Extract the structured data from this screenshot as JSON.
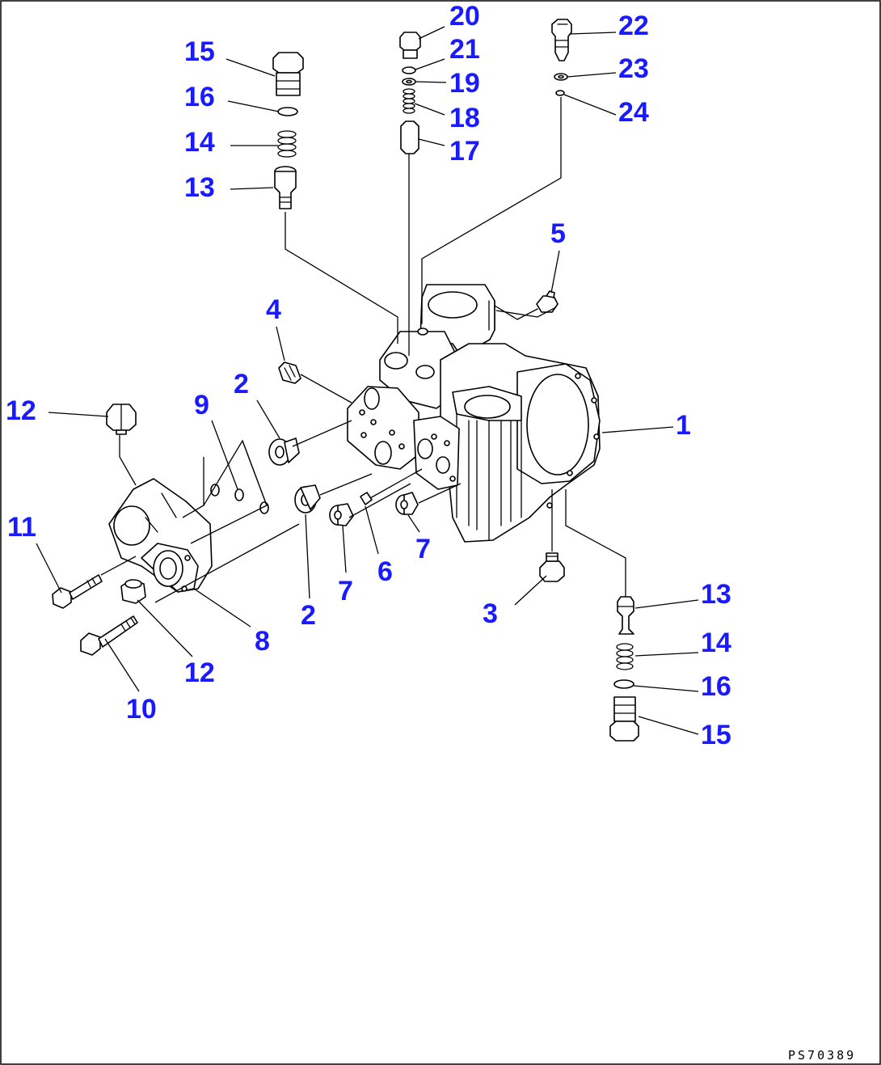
{
  "drawing_code": "PS70389",
  "callout_color": "#1a1aff",
  "callouts": [
    {
      "label": "1"
    },
    {
      "label": "2"
    },
    {
      "label": "2"
    },
    {
      "label": "3"
    },
    {
      "label": "4"
    },
    {
      "label": "5"
    },
    {
      "label": "6"
    },
    {
      "label": "7"
    },
    {
      "label": "7"
    },
    {
      "label": "8"
    },
    {
      "label": "9"
    },
    {
      "label": "10"
    },
    {
      "label": "11"
    },
    {
      "label": "12"
    },
    {
      "label": "12"
    },
    {
      "label": "13"
    },
    {
      "label": "13"
    },
    {
      "label": "14"
    },
    {
      "label": "14"
    },
    {
      "label": "15"
    },
    {
      "label": "15"
    },
    {
      "label": "16"
    },
    {
      "label": "16"
    },
    {
      "label": "17"
    },
    {
      "label": "18"
    },
    {
      "label": "19"
    },
    {
      "label": "20"
    },
    {
      "label": "21"
    },
    {
      "label": "22"
    },
    {
      "label": "23"
    },
    {
      "label": "24"
    }
  ]
}
